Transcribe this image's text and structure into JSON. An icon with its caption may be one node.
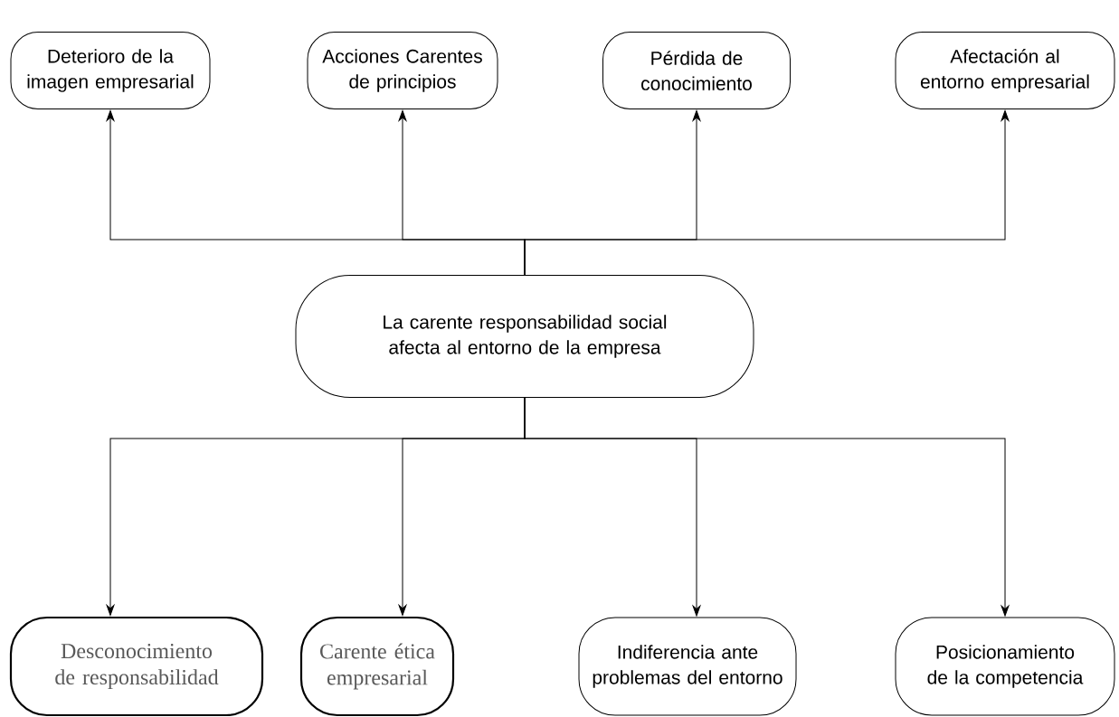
{
  "diagram": {
    "nodes": [
      {
        "text": [
          "Deterioro de la imagen empresarial"
        ]
      },
      {
        "text": [
          "Acciones Carentes de principios"
        ]
      },
      {
        "text": [
          "Pérdida de conocimiento"
        ]
      },
      {
        "text": [
          "Afectación al entorno empresarial"
        ]
      },
      {
        "text": [
          "La carente responsabilidad social afecta al entorno de la empresa"
        ]
      },
      {
        "text": [
          "Desconocimiento de responsabilidad"
        ]
      },
      {
        "text": [
          "Carente ética empresarial"
        ]
      },
      {
        "text": [
          "Indiferencia ante problemas del entorno"
        ]
      },
      {
        "text": [
          "Posicionamiento de la competencia"
        ]
      }
    ],
    "edges": [
      {
        "from": 4,
        "to": 0,
        "arrow": "to"
      },
      {
        "from": 4,
        "to": 1,
        "arrow": "to"
      },
      {
        "from": 4,
        "to": 2,
        "arrow": "to"
      },
      {
        "from": 4,
        "to": 3,
        "arrow": "to"
      },
      {
        "from": 4,
        "to": 5,
        "arrow": "to"
      },
      {
        "from": 4,
        "to": 6,
        "arrow": "to"
      },
      {
        "from": 4,
        "to": 7,
        "arrow": "to"
      },
      {
        "from": 4,
        "to": 8,
        "arrow": "to"
      }
    ]
  }
}
